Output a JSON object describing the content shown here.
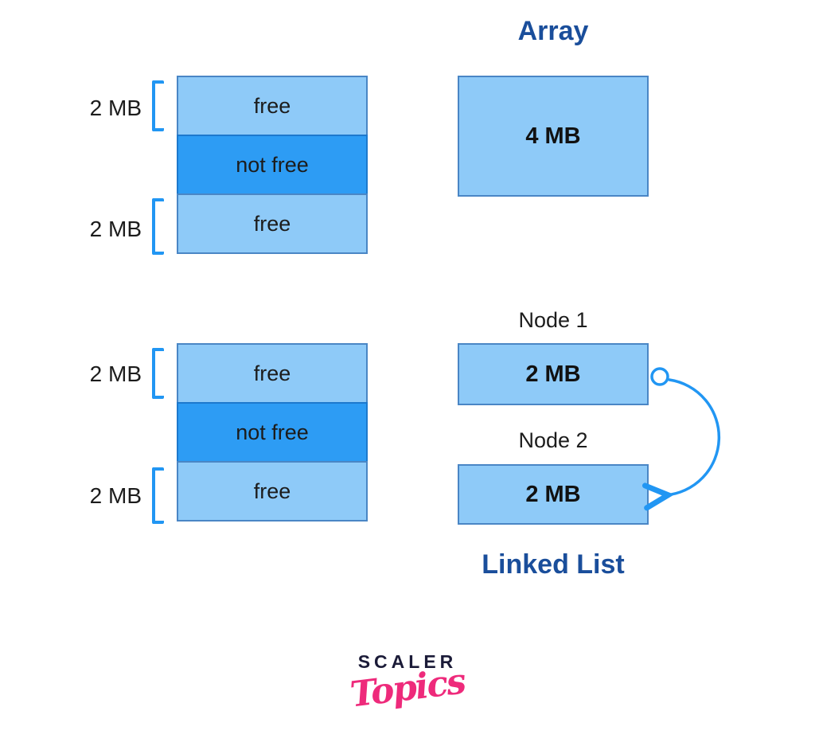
{
  "memory": {
    "stacks": [
      {
        "blocks": [
          {
            "label": "free",
            "free": true
          },
          {
            "label": "not free",
            "free": false
          },
          {
            "label": "free",
            "free": true
          }
        ],
        "size_labels": [
          "2 MB",
          "2 MB"
        ]
      },
      {
        "blocks": [
          {
            "label": "free",
            "free": true
          },
          {
            "label": "not free",
            "free": false
          },
          {
            "label": "free",
            "free": true
          }
        ],
        "size_labels": [
          "2 MB",
          "2 MB"
        ]
      }
    ]
  },
  "array": {
    "title": "Array",
    "capacity": "4 MB"
  },
  "linked_list": {
    "title": "Linked List",
    "node1_label": "Node 1",
    "node1_size": "2 MB",
    "node2_label": "Node 2",
    "node2_size": "2 MB"
  },
  "logo": {
    "brand": "SCALER",
    "product": "Topics"
  },
  "colors": {
    "free_fill": "#8ecaf8",
    "allocated_fill": "#2d9cf4",
    "block_border": "#4a86c5",
    "allocated_border": "#1d79cd",
    "bracket_blue": "#2196f3",
    "arrow_blue": "#2196f3",
    "heading_blue": "#1a4e9b",
    "text_dark": "#1c1c1c",
    "logo_navy": "#1b1b38",
    "logo_pink": "#ee2a7b"
  }
}
